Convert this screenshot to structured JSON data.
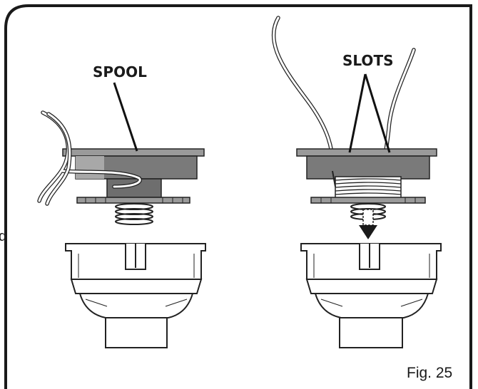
{
  "labels": {
    "spool": "SPOOL",
    "slots": "SLOTS",
    "figure": "Fig. 25",
    "page_fragment": "d"
  },
  "colors": {
    "frame": "#1a1a1a",
    "line": "#222222",
    "dark_gray": "#6e6e6e",
    "mid_gray": "#9a9a9a",
    "light_gray": "#c8c8c8",
    "white": "#ffffff"
  }
}
